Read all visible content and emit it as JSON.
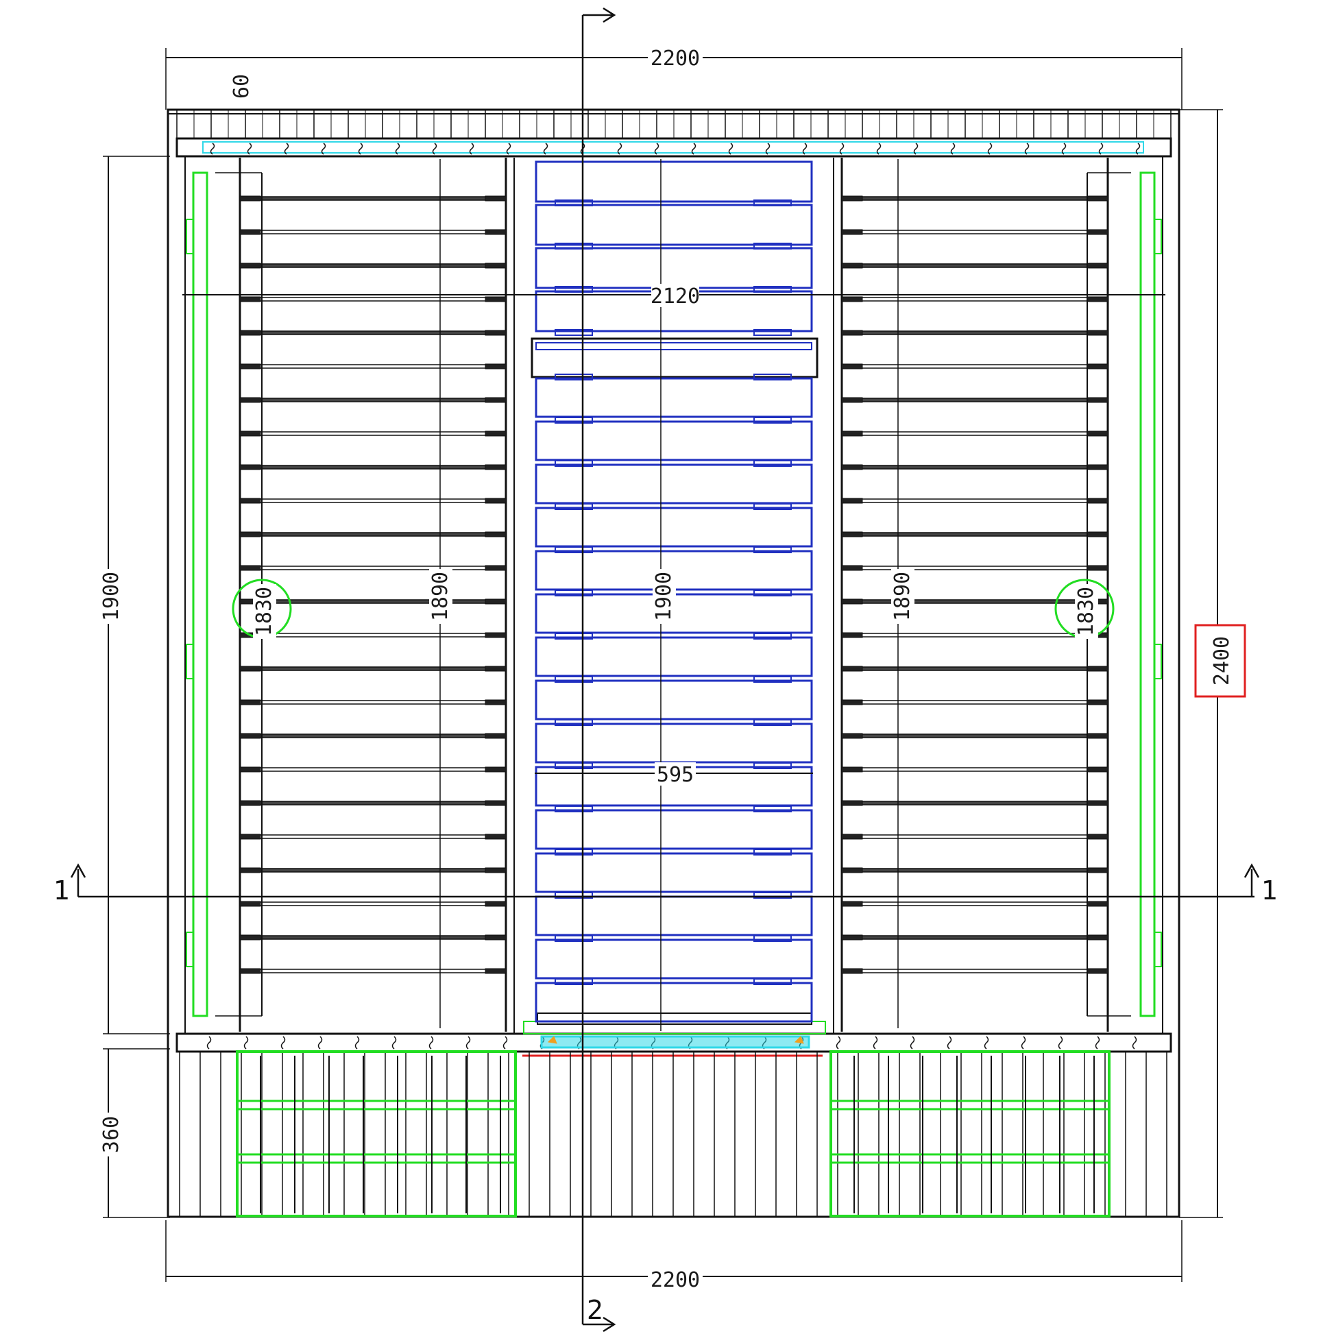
{
  "dimensions": {
    "overall_width_top": "2200",
    "overall_width_bottom": "2200",
    "overall_height": "2400",
    "left_height": "1900",
    "left_bottom": "360",
    "top_offset": "60",
    "inner_width": "2120",
    "center_height": "1900",
    "left_panel_height": "1890",
    "right_panel_height": "1890",
    "left_side_height": "1830",
    "right_side_height": "1830",
    "center_width": "595"
  },
  "section_marks": {
    "left": "1",
    "right": "1",
    "bottom": "2"
  },
  "colors": {
    "line": "#111111",
    "blue": "#2030c0",
    "green": "#22dd22",
    "cyan": "#30d8e8",
    "red": "#e02020",
    "orange": "#f0a020"
  }
}
